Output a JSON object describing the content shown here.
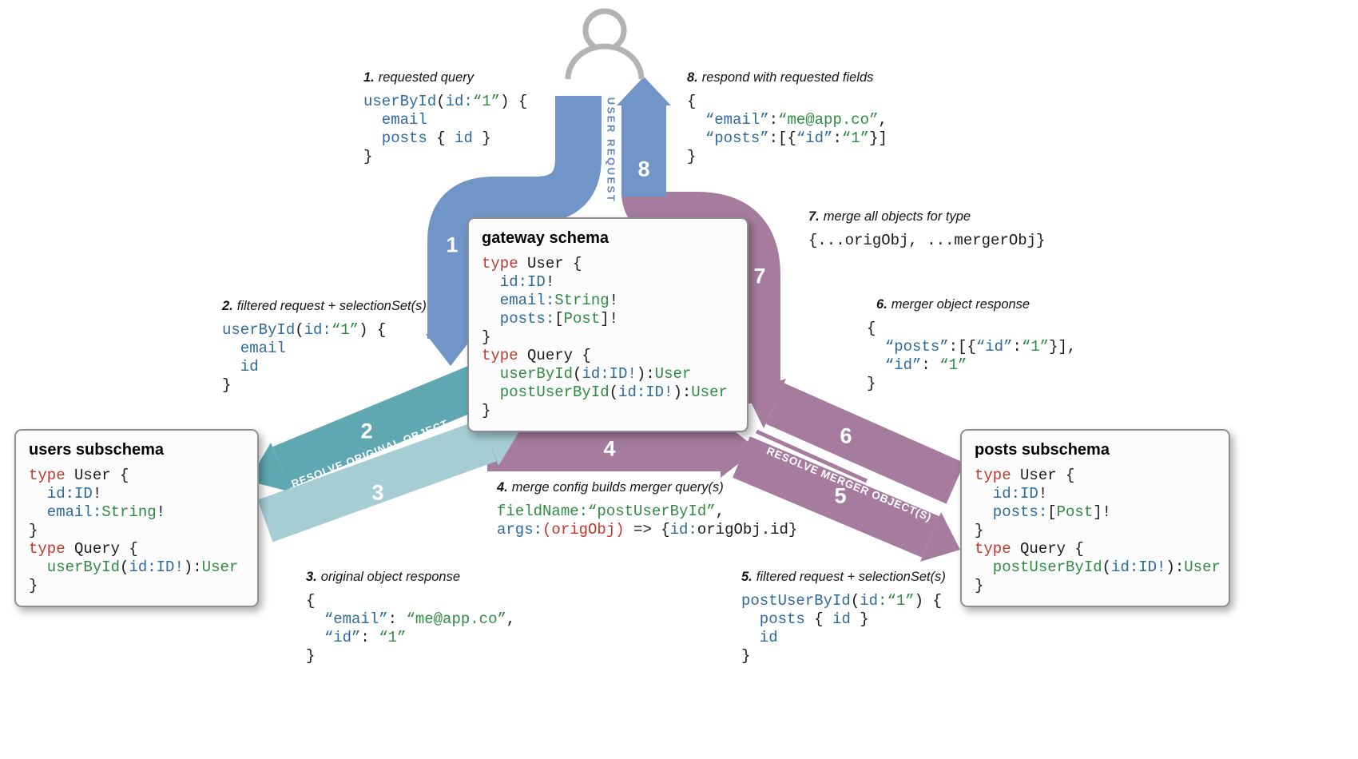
{
  "colors": {
    "blue": "#7195c7",
    "purple": "#a57c9e",
    "teal": "#5fa7b1",
    "tealLight": "#a6cdd4",
    "iconGray": "#b3b3b3",
    "labelBlue": "#6288bb",
    "kw": "#bf3a2e",
    "field": "#2d6a9e",
    "type": "#2f8b41",
    "plain": "#1b1b1b"
  },
  "bands": {
    "user_request": "USER REQUEST",
    "resolve_original": "RESOLVE ORIGINAL OBJECT",
    "resolve_merger": "RESOLVE MERGER OBJECT(S)",
    "n1": "1",
    "n2": "2",
    "n3": "3",
    "n4": "4",
    "n5": "5",
    "n6": "6",
    "n7": "7",
    "n8": "8"
  },
  "steps": {
    "s1": {
      "num": "1.",
      "title": "requested query",
      "code": [
        [
          {
            "t": "userById",
            "c": "f"
          },
          {
            "t": "(",
            "c": "p"
          },
          {
            "t": "id:",
            "c": "f"
          },
          {
            "t": "“1”",
            "c": "t"
          },
          {
            "t": ") {",
            "c": "p"
          }
        ],
        [
          {
            "t": "  email",
            "c": "f"
          }
        ],
        [
          {
            "t": "  posts",
            "c": "f"
          },
          {
            "t": " { ",
            "c": "p"
          },
          {
            "t": "id",
            "c": "f"
          },
          {
            "t": " }",
            "c": "p"
          }
        ],
        [
          {
            "t": "}",
            "c": "p"
          }
        ]
      ]
    },
    "s2": {
      "num": "2.",
      "title": "filtered request + selectionSet(s)",
      "code": [
        [
          {
            "t": "userById",
            "c": "f"
          },
          {
            "t": "(",
            "c": "p"
          },
          {
            "t": "id:",
            "c": "f"
          },
          {
            "t": "“1”",
            "c": "t"
          },
          {
            "t": ") {",
            "c": "p"
          }
        ],
        [
          {
            "t": "  email",
            "c": "f"
          }
        ],
        [
          {
            "t": "  id",
            "c": "f"
          }
        ],
        [
          {
            "t": "}",
            "c": "p"
          }
        ]
      ]
    },
    "s3": {
      "num": "3.",
      "title": "original object response",
      "code": [
        [
          {
            "t": "{",
            "c": "p"
          }
        ],
        [
          {
            "t": "  ",
            "c": "p"
          },
          {
            "t": "“email”",
            "c": "f"
          },
          {
            "t": ": ",
            "c": "p"
          },
          {
            "t": "“me@app.co”",
            "c": "t"
          },
          {
            "t": ",",
            "c": "p"
          }
        ],
        [
          {
            "t": "  ",
            "c": "p"
          },
          {
            "t": "“id”",
            "c": "f"
          },
          {
            "t": ": ",
            "c": "p"
          },
          {
            "t": "“1”",
            "c": "t"
          }
        ],
        [
          {
            "t": "}",
            "c": "p"
          }
        ]
      ]
    },
    "s4": {
      "num": "4.",
      "title": "merge config builds merger query(s)",
      "code": [
        [
          {
            "t": "fieldName:",
            "c": "t"
          },
          {
            "t": "“postUserById”",
            "c": "t"
          },
          {
            "t": ",",
            "c": "p"
          }
        ],
        [
          {
            "t": "args:",
            "c": "f"
          },
          {
            "t": "(origObj)",
            "c": "k"
          },
          {
            "t": " => {",
            "c": "p"
          },
          {
            "t": "id:",
            "c": "f"
          },
          {
            "t": "origObj.id}",
            "c": "p"
          }
        ]
      ]
    },
    "s5": {
      "num": "5.",
      "title": "filtered request + selectionSet(s)",
      "code": [
        [
          {
            "t": "postUserById",
            "c": "f"
          },
          {
            "t": "(",
            "c": "p"
          },
          {
            "t": "id:",
            "c": "f"
          },
          {
            "t": "“1”",
            "c": "t"
          },
          {
            "t": ") {",
            "c": "p"
          }
        ],
        [
          {
            "t": "  posts",
            "c": "f"
          },
          {
            "t": " { ",
            "c": "p"
          },
          {
            "t": "id",
            "c": "f"
          },
          {
            "t": " }",
            "c": "p"
          }
        ],
        [
          {
            "t": "  id",
            "c": "f"
          }
        ],
        [
          {
            "t": "}",
            "c": "p"
          }
        ]
      ]
    },
    "s6": {
      "num": "6.",
      "title": "merger object response",
      "code": [
        [
          {
            "t": "{",
            "c": "p"
          }
        ],
        [
          {
            "t": "  ",
            "c": "p"
          },
          {
            "t": "“posts”",
            "c": "f"
          },
          {
            "t": ":[{",
            "c": "p"
          },
          {
            "t": "“id”",
            "c": "f"
          },
          {
            "t": ":",
            "c": "p"
          },
          {
            "t": "“1”",
            "c": "t"
          },
          {
            "t": "}],",
            "c": "p"
          }
        ],
        [
          {
            "t": "  ",
            "c": "p"
          },
          {
            "t": "“id”",
            "c": "f"
          },
          {
            "t": ": ",
            "c": "p"
          },
          {
            "t": "“1”",
            "c": "t"
          }
        ],
        [
          {
            "t": "}",
            "c": "p"
          }
        ]
      ]
    },
    "s7": {
      "num": "7.",
      "title": "merge all objects for type",
      "code": [
        [
          {
            "t": "{...origObj, ...mergerObj}",
            "c": "p"
          }
        ]
      ]
    },
    "s8": {
      "num": "8.",
      "title": "respond with requested fields",
      "code": [
        [
          {
            "t": "{",
            "c": "p"
          }
        ],
        [
          {
            "t": "  ",
            "c": "p"
          },
          {
            "t": "“email”",
            "c": "f"
          },
          {
            "t": ":",
            "c": "p"
          },
          {
            "t": "“me@app.co”",
            "c": "t"
          },
          {
            "t": ",",
            "c": "p"
          }
        ],
        [
          {
            "t": "  ",
            "c": "p"
          },
          {
            "t": "“posts”",
            "c": "f"
          },
          {
            "t": ":[{",
            "c": "p"
          },
          {
            "t": "“id”",
            "c": "f"
          },
          {
            "t": ":",
            "c": "p"
          },
          {
            "t": "“1”",
            "c": "t"
          },
          {
            "t": "}]",
            "c": "p"
          }
        ],
        [
          {
            "t": "}",
            "c": "p"
          }
        ]
      ]
    }
  },
  "boxes": {
    "gateway": {
      "title": "gateway schema",
      "code": [
        [
          {
            "t": "type",
            "c": "k"
          },
          {
            "t": " User {",
            "c": "p"
          }
        ],
        [
          {
            "t": "  id:ID",
            "c": "f"
          },
          {
            "t": "!",
            "c": "p"
          }
        ],
        [
          {
            "t": "  email:",
            "c": "f"
          },
          {
            "t": "String",
            "c": "t"
          },
          {
            "t": "!",
            "c": "p"
          }
        ],
        [
          {
            "t": "  posts:",
            "c": "f"
          },
          {
            "t": "[",
            "c": "p"
          },
          {
            "t": "Post",
            "c": "t"
          },
          {
            "t": "]!",
            "c": "p"
          }
        ],
        [
          {
            "t": "}",
            "c": "p"
          }
        ],
        [
          {
            "t": "type",
            "c": "k"
          },
          {
            "t": " Query {",
            "c": "p"
          }
        ],
        [
          {
            "t": "  userById",
            "c": "t"
          },
          {
            "t": "(",
            "c": "p"
          },
          {
            "t": "id:ID!",
            "c": "f"
          },
          {
            "t": "):",
            "c": "p"
          },
          {
            "t": "User",
            "c": "t"
          }
        ],
        [
          {
            "t": "  postUserById",
            "c": "t"
          },
          {
            "t": "(",
            "c": "p"
          },
          {
            "t": "id:ID!",
            "c": "f"
          },
          {
            "t": "):",
            "c": "p"
          },
          {
            "t": "User",
            "c": "t"
          }
        ],
        [
          {
            "t": "}",
            "c": "p"
          }
        ]
      ]
    },
    "users": {
      "title": "users subschema",
      "code": [
        [
          {
            "t": "type",
            "c": "k"
          },
          {
            "t": " User {",
            "c": "p"
          }
        ],
        [
          {
            "t": "  id:ID",
            "c": "f"
          },
          {
            "t": "!",
            "c": "p"
          }
        ],
        [
          {
            "t": "  email:",
            "c": "f"
          },
          {
            "t": "String",
            "c": "t"
          },
          {
            "t": "!",
            "c": "p"
          }
        ],
        [
          {
            "t": "}",
            "c": "p"
          }
        ],
        [
          {
            "t": "type",
            "c": "k"
          },
          {
            "t": " Query {",
            "c": "p"
          }
        ],
        [
          {
            "t": "  userById",
            "c": "t"
          },
          {
            "t": "(",
            "c": "p"
          },
          {
            "t": "id:ID!",
            "c": "f"
          },
          {
            "t": "):",
            "c": "p"
          },
          {
            "t": "User",
            "c": "t"
          }
        ],
        [
          {
            "t": "}",
            "c": "p"
          }
        ]
      ]
    },
    "posts": {
      "title": "posts subschema",
      "code": [
        [
          {
            "t": "type",
            "c": "k"
          },
          {
            "t": " User {",
            "c": "p"
          }
        ],
        [
          {
            "t": "  id:ID",
            "c": "f"
          },
          {
            "t": "!",
            "c": "p"
          }
        ],
        [
          {
            "t": "  posts:",
            "c": "f"
          },
          {
            "t": "[",
            "c": "p"
          },
          {
            "t": "Post",
            "c": "t"
          },
          {
            "t": "]!",
            "c": "p"
          }
        ],
        [
          {
            "t": "}",
            "c": "p"
          }
        ],
        [
          {
            "t": "type",
            "c": "k"
          },
          {
            "t": " Query {",
            "c": "p"
          }
        ],
        [
          {
            "t": "  postUserById",
            "c": "t"
          },
          {
            "t": "(",
            "c": "p"
          },
          {
            "t": "id:ID!",
            "c": "f"
          },
          {
            "t": "):",
            "c": "p"
          },
          {
            "t": "User",
            "c": "t"
          }
        ],
        [
          {
            "t": "}",
            "c": "p"
          }
        ]
      ]
    }
  }
}
